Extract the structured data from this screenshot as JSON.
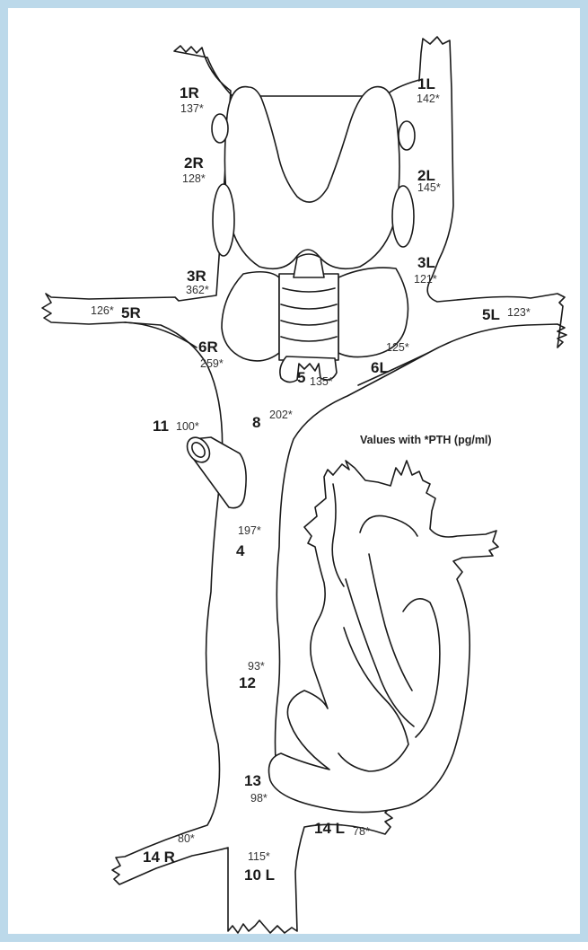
{
  "legend": {
    "prefix": "Values with ",
    "marker": "*",
    "suffix": "PTH (pg/ml)"
  },
  "sites": [
    {
      "id": "1R",
      "label": "1R",
      "value": "137*"
    },
    {
      "id": "1L",
      "label": "1L",
      "value": "142*"
    },
    {
      "id": "2R",
      "label": "2R",
      "value": "128*"
    },
    {
      "id": "2L",
      "label": "2L",
      "value": "145*"
    },
    {
      "id": "3R",
      "label": "3R",
      "value": "362*"
    },
    {
      "id": "3L",
      "label": "3L",
      "value": "121*"
    },
    {
      "id": "5R",
      "label": "5R",
      "value": "126*"
    },
    {
      "id": "5L",
      "label": "5L",
      "value": "123*"
    },
    {
      "id": "6R",
      "label": "6R",
      "value": "259*"
    },
    {
      "id": "6L",
      "label": "6L",
      "value": "125*"
    },
    {
      "id": "5",
      "label": "5",
      "value": "135*"
    },
    {
      "id": "8",
      "label": "8",
      "value": "202*"
    },
    {
      "id": "11",
      "label": "11",
      "value": "100*"
    },
    {
      "id": "4",
      "label": "4",
      "value": "197*"
    },
    {
      "id": "12",
      "label": "12",
      "value": "93*"
    },
    {
      "id": "13",
      "label": "13",
      "value": "98*"
    },
    {
      "id": "14L",
      "label": "14 L",
      "value": "78*"
    },
    {
      "id": "14R",
      "label": "14 R",
      "value": "80*"
    },
    {
      "id": "10L",
      "label": "10 L",
      "value": "115*"
    }
  ]
}
